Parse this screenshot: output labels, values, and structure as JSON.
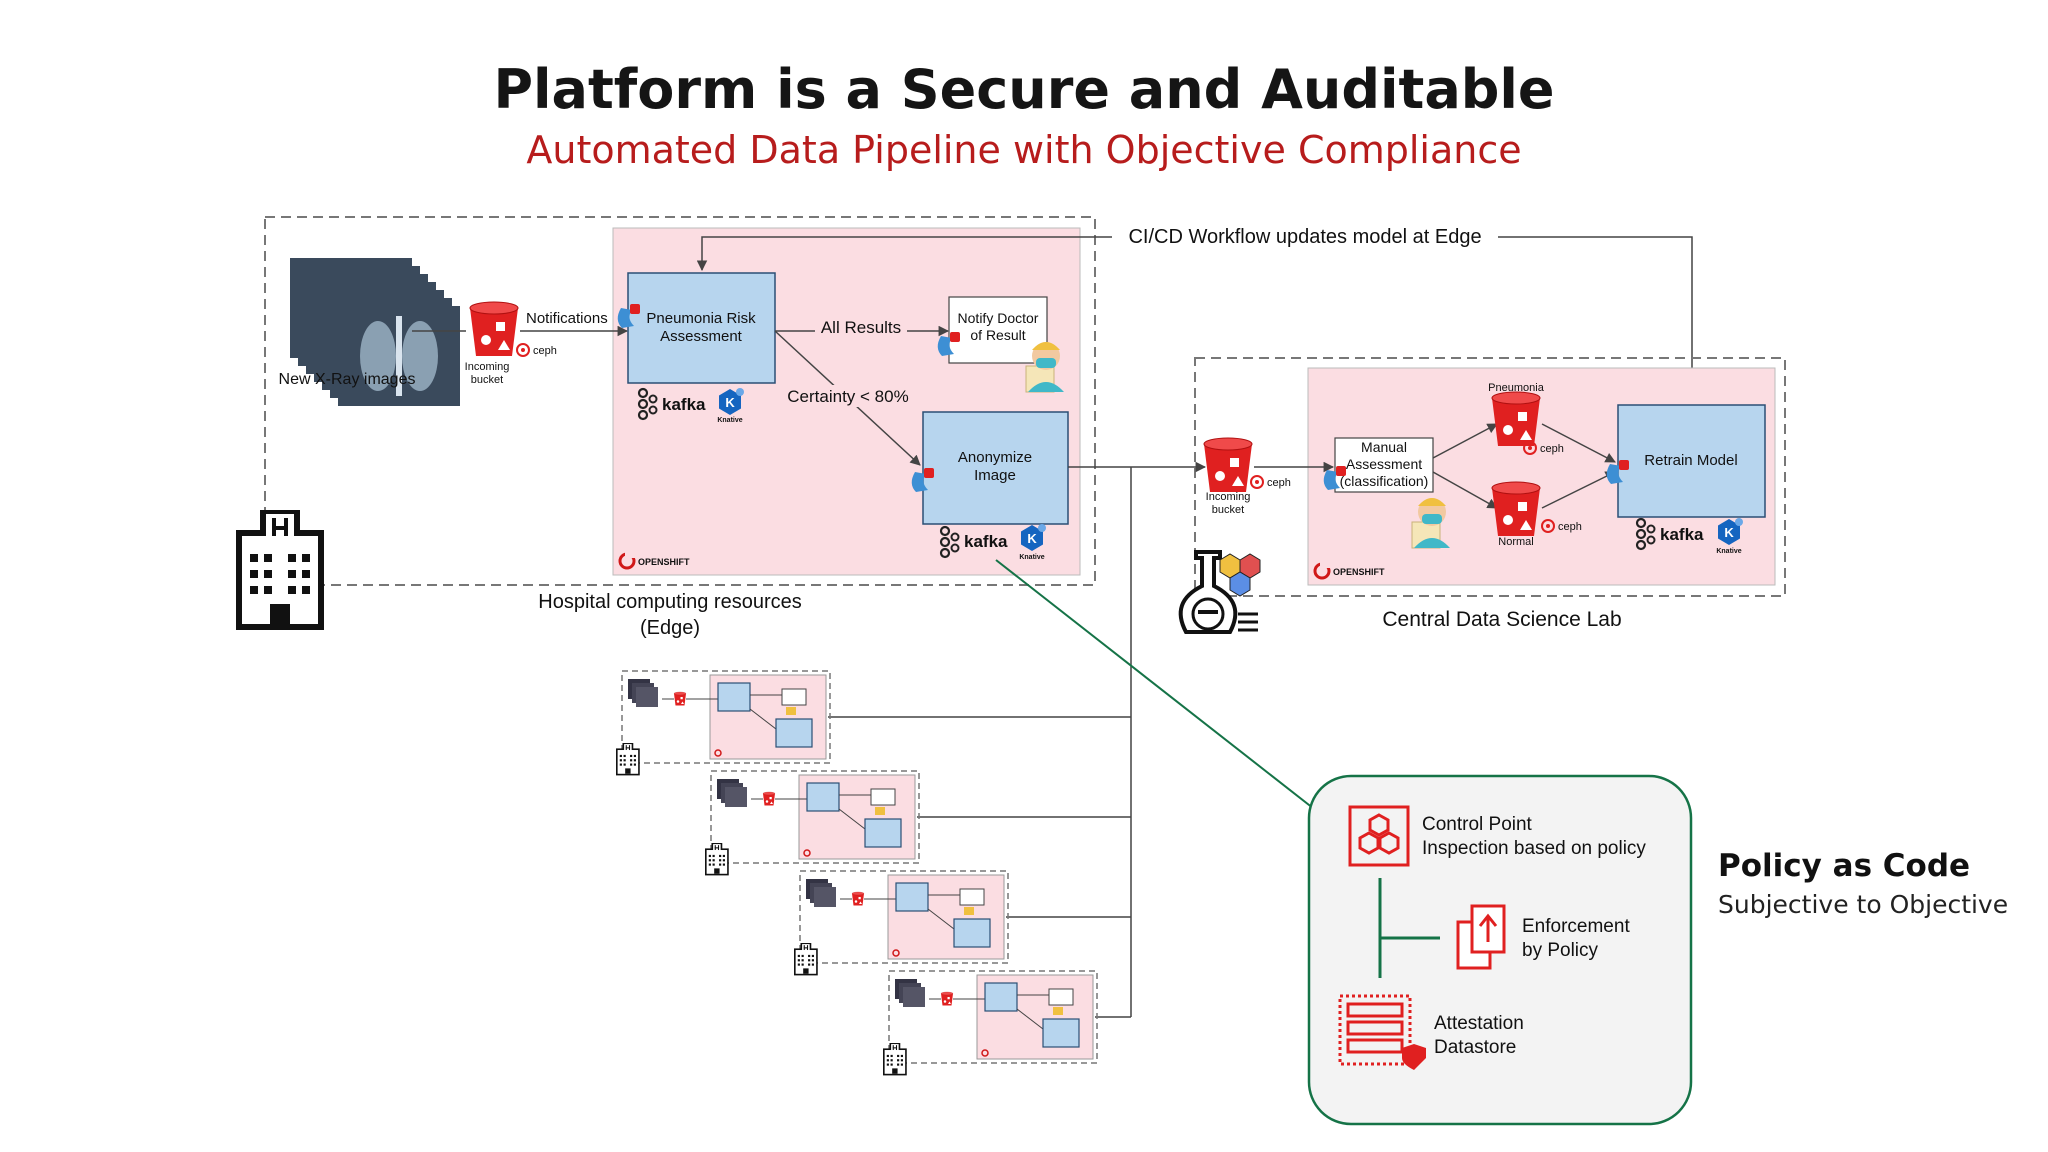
{
  "header": {
    "title": "Platform is a Secure and Auditable",
    "subtitle": "Automated Data Pipeline with Objective Compliance"
  },
  "edge": {
    "xray_label": "New X-Ray images",
    "incoming_bucket_label": [
      "Incoming",
      "bucket"
    ],
    "ceph_label": "ceph",
    "notifications_label": "Notifications",
    "pneumonia_box": [
      "Pneumonia Risk",
      "Assessment"
    ],
    "all_results_label": "All Results",
    "notify_box": [
      "Notify Doctor",
      "of Result"
    ],
    "certainty_label": "Certainty < 80%",
    "anonymize_box": [
      "Anonymize",
      "Image"
    ],
    "kafka_label": "kafka",
    "knative_label": "Knative",
    "openshift_label": "OPENSHIFT",
    "caption": [
      "Hospital computing resources",
      "(Edge)"
    ]
  },
  "cicd_label": "CI/CD Workflow updates model at Edge",
  "lab": {
    "incoming_bucket_label": [
      "Incoming",
      "bucket"
    ],
    "ceph_label": "ceph",
    "manual_box": [
      "Manual",
      "Assessment",
      "(classification)"
    ],
    "pneumonia_label": "Pneumonia",
    "normal_label": "Normal",
    "retrain_box": "Retrain Model",
    "kafka_label": "kafka",
    "knative_label": "Knative",
    "openshift_label": "OPENSHIFT",
    "caption": "Central Data Science Lab"
  },
  "policy_panel": {
    "control_point": [
      "Control Point",
      "Inspection based on policy"
    ],
    "enforcement": [
      "Enforcement",
      "by Policy"
    ],
    "attestation": [
      "Attestation",
      "Datastore"
    ]
  },
  "policy_as_code": {
    "title": "Policy as Code",
    "subtitle": "Subjective to Objective"
  },
  "colors": {
    "pink_panel": "#fbdde2",
    "blue_box": "#b7d5ee",
    "red": "#e02020",
    "title_red": "#b71c1c",
    "green_line": "#157347"
  }
}
